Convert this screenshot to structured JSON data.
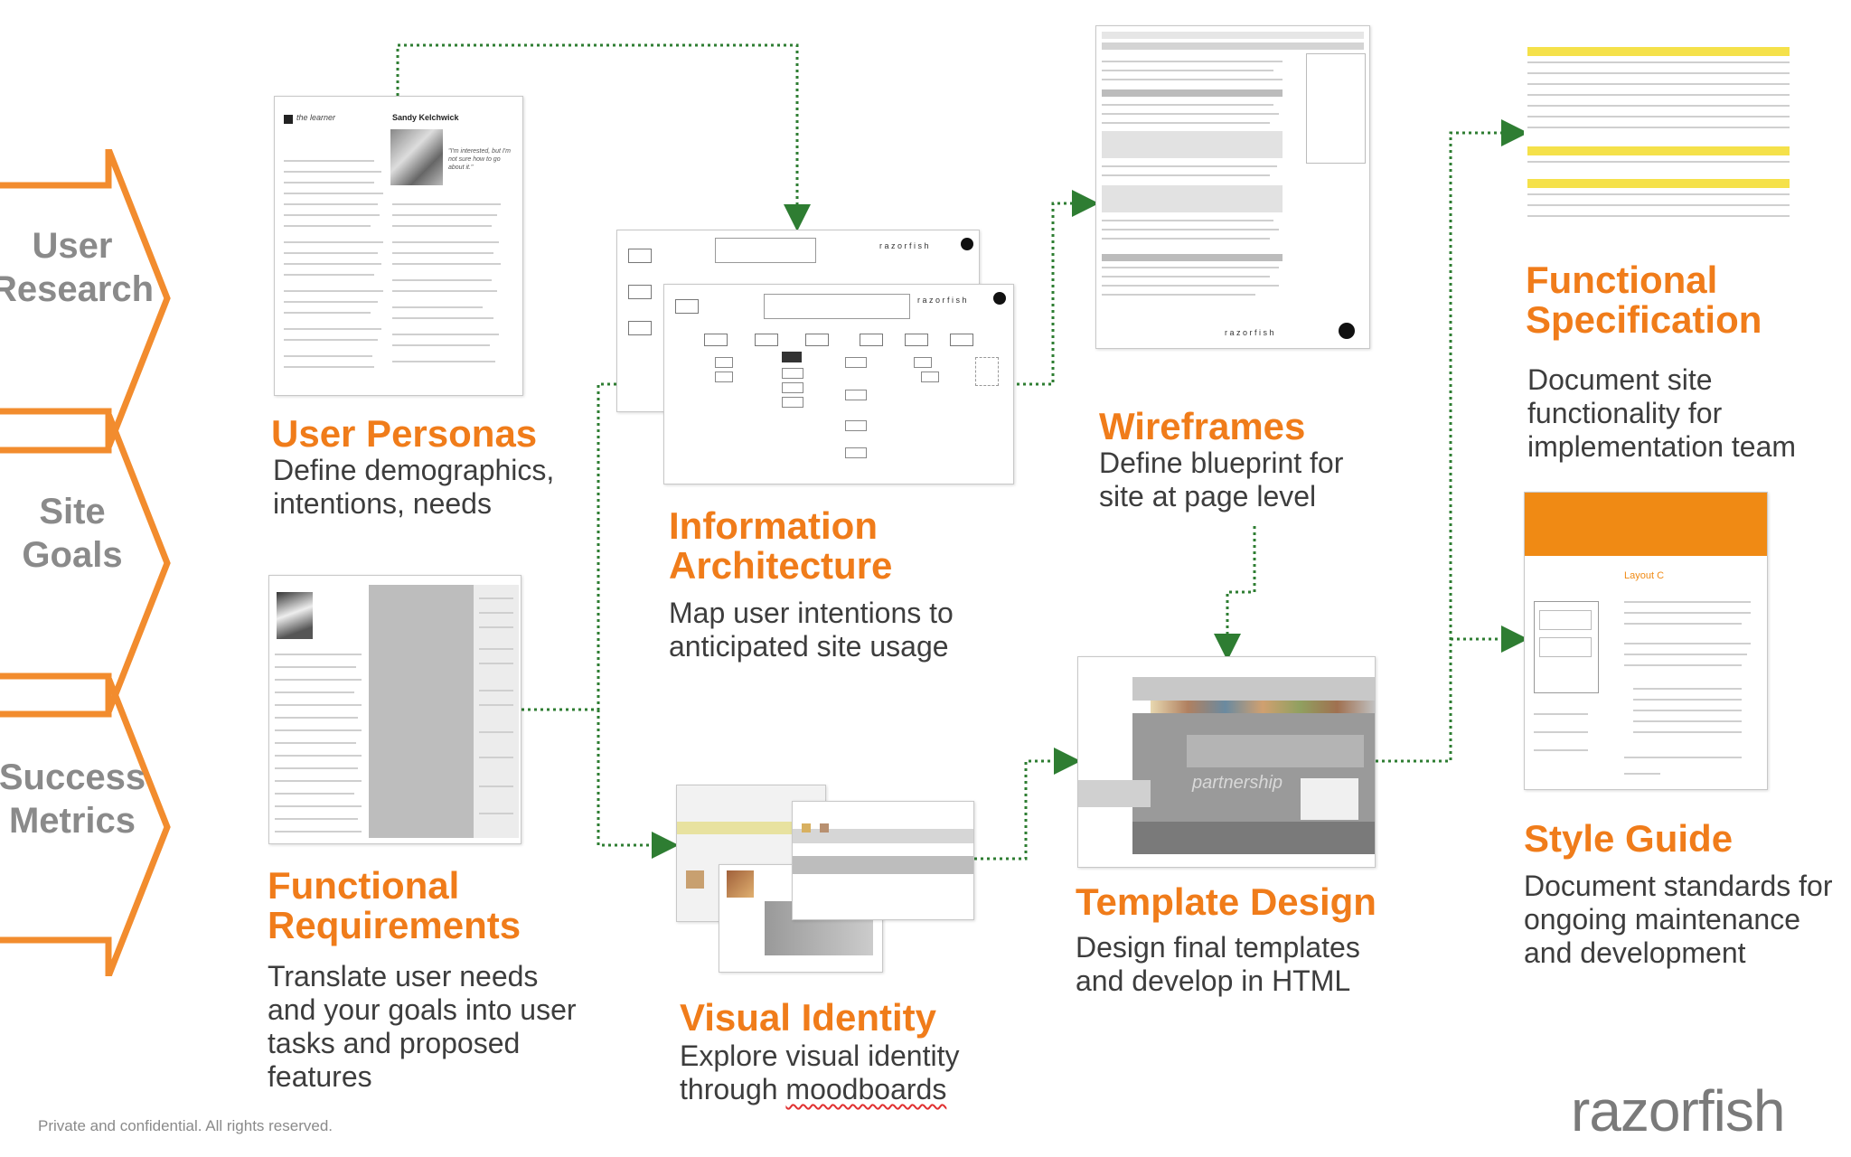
{
  "chevrons": [
    {
      "lines": [
        "User",
        "Research"
      ]
    },
    {
      "lines": [
        "Site",
        "Goals"
      ]
    },
    {
      "lines": [
        "Success",
        "Metrics"
      ]
    }
  ],
  "steps": {
    "user_personas": {
      "title": "User Personas",
      "desc": [
        "Define demographics,",
        "intentions, needs"
      ]
    },
    "functional_requirements": {
      "title": [
        "Functional",
        "Requirements"
      ],
      "desc": [
        "Translate user needs",
        "and your goals into user",
        "tasks and proposed",
        "features"
      ]
    },
    "information_architecture": {
      "title": [
        "Information",
        "Architecture"
      ],
      "desc": [
        "Map user intentions to",
        "anticipated site usage"
      ]
    },
    "visual_identity": {
      "title": "Visual Identity",
      "desc": [
        "Explore visual identity",
        "through "
      ],
      "desc_squiggle": "moodboards"
    },
    "wireframes": {
      "title": "Wireframes",
      "desc": [
        "Define blueprint for",
        "site at page level"
      ]
    },
    "template_design": {
      "title": "Template Design",
      "desc": [
        "Design final templates",
        "and develop in HTML"
      ]
    },
    "functional_specification": {
      "title": [
        "Functional",
        "Specification"
      ],
      "desc": [
        "Document site",
        "functionality for",
        "implementation team"
      ]
    },
    "style_guide": {
      "title": "Style Guide",
      "desc": [
        "Document standards for",
        "ongoing maintenance",
        "and development"
      ]
    }
  },
  "thumbnails": {
    "persona_heading": "Sandy Kelchwick",
    "persona_logo": "the learner",
    "persona_quote": "\"I'm interested, but I'm not sure how to go about it.\"",
    "ia_brand": "r a z o r f i s h",
    "wireframe_brand": "r a z o r f i s h",
    "template_word": "partnership",
    "style_guide_layout": "Layout C"
  },
  "brand": {
    "logo": "razorfish"
  },
  "footer": {
    "text": "Private and confidential. All rights reserved."
  },
  "colors": {
    "accent": "#f07c1a",
    "arrow_text": "#8a8a8a",
    "connector": "#2e7d32",
    "body_text": "#3d3d3d"
  }
}
